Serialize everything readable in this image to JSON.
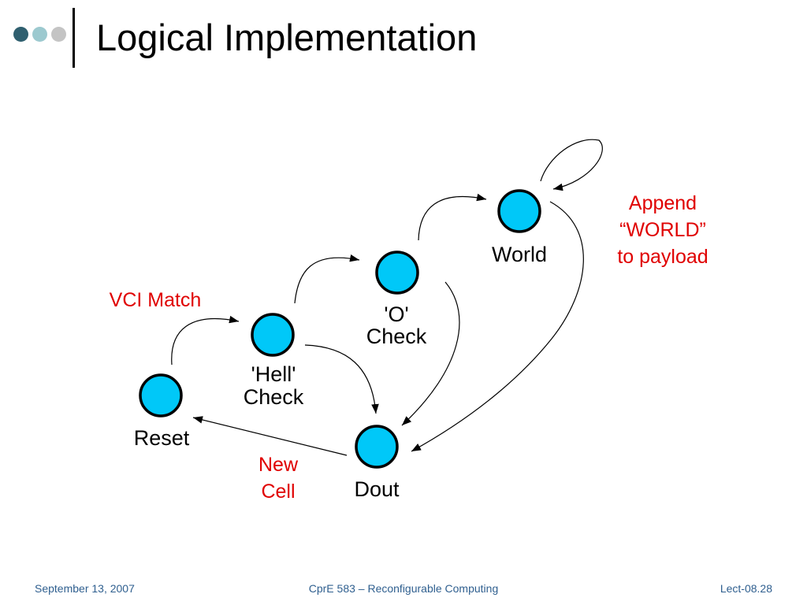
{
  "slide": {
    "title": "Logical Implementation"
  },
  "diagram": {
    "states": {
      "reset": "Reset",
      "hell_check_line1": "'Hell'",
      "hell_check_line2": "Check",
      "o_check_line1": "'O'",
      "o_check_line2": "Check",
      "world": "World",
      "dout": "Dout"
    },
    "annotations": {
      "vci_match": "VCI Match",
      "append_line1": "Append",
      "append_line2": "“WORLD”",
      "append_line3": "to payload",
      "new_cell_line1": "New",
      "new_cell_line2": "Cell"
    },
    "colors": {
      "state_fill": "#00c8f8",
      "annotation": "#e00000"
    }
  },
  "footer": {
    "date": "September 13, 2007",
    "course": "CprE 583 – Reconfigurable Computing",
    "lecture": "Lect-08.28"
  }
}
